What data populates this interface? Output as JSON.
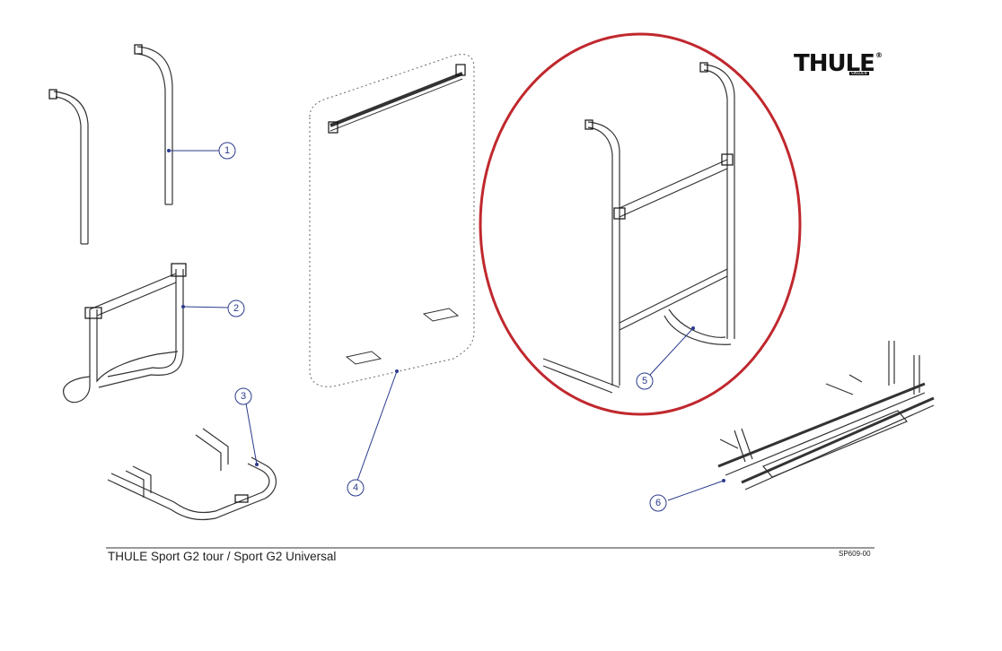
{
  "brand": {
    "name": "THULE",
    "mark": "®",
    "sub": "SWEDEN"
  },
  "callouts": [
    {
      "number": "1"
    },
    {
      "number": "2"
    },
    {
      "number": "3"
    },
    {
      "number": "4"
    },
    {
      "number": "5"
    },
    {
      "number": "6"
    }
  ],
  "footer": {
    "title": "THULE Sport G2 tour / Sport G2 Universal",
    "code": "SP609-00"
  },
  "colors": {
    "line": "#333333",
    "callout": "#2b3a8c",
    "highlight": "#c0282e",
    "background": "#ffffff"
  }
}
